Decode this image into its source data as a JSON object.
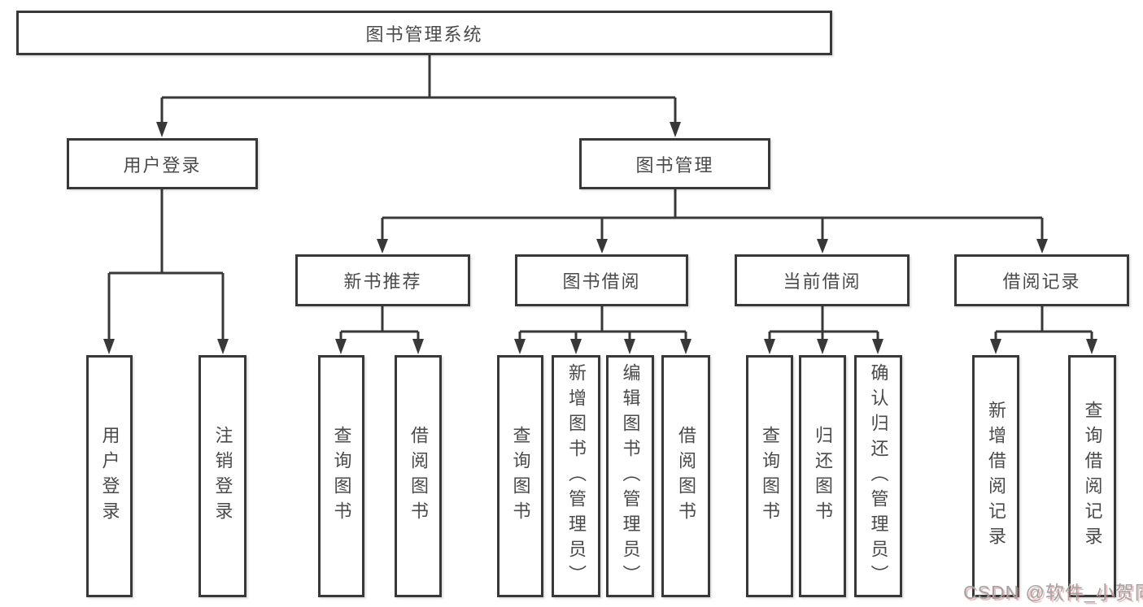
{
  "diagram_title": "图书管理系统",
  "nodes": {
    "root": "图书管理系统",
    "user_login": "用户登录",
    "book_mgmt": "图书管理",
    "new_book": "新书推荐",
    "book_borrow": "图书借阅",
    "current_borrow": "当前借阅",
    "borrow_record": "借阅记录",
    "ul_user_login": "用户登录",
    "ul_logout": "注销登录",
    "nb_query": "查询图书",
    "nb_borrow": "借阅图书",
    "bb_query": "查询图书",
    "bb_add": "新增图书（管理员）",
    "bb_edit": "编辑图书（管理员）",
    "bb_borrow": "借阅图书",
    "cb_query": "查询图书",
    "cb_return": "归还图书",
    "cb_confirm": "确认归还（管理员）",
    "br_add": "新增借阅记录",
    "br_query": "查询借阅记录"
  },
  "hierarchy": {
    "图书管理系统": {
      "用户登录": [
        "用户登录",
        "注销登录"
      ],
      "图书管理": {
        "新书推荐": [
          "查询图书",
          "借阅图书"
        ],
        "图书借阅": [
          "查询图书",
          "新增图书（管理员）",
          "编辑图书（管理员）",
          "借阅图书"
        ],
        "当前借阅": [
          "查询图书",
          "归还图书",
          "确认归还（管理员）"
        ],
        "借阅记录": [
          "新增借阅记录",
          "查询借阅记录"
        ]
      }
    }
  },
  "colors": {
    "line": "#383838",
    "node_text": "#4a4a4a",
    "node_fill": "#ffffff",
    "watermark": "#a3a3a3"
  },
  "watermark": "CSDN @软件_小贺同学"
}
